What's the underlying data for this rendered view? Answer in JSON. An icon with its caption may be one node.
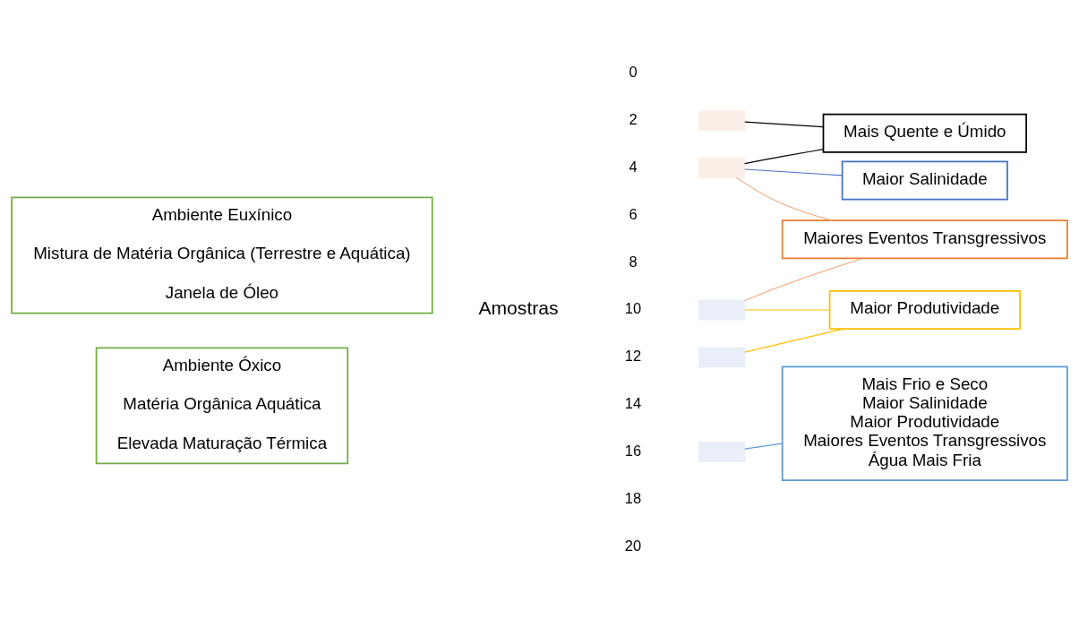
{
  "diagram": {
    "nodes": [
      {
        "text": [
          "Ambiente Euxínico",
          "Mistura de Matéria Orgânica (Terrestre e Aquática)",
          "Janela de Óleo"
        ]
      },
      {
        "text": [
          "Ambiente Óxico",
          "Matéria Orgânica Aquática",
          "Elevada Maturação Térmica"
        ]
      },
      {
        "text": [],
        "shape": "bar"
      },
      {
        "text": [],
        "shape": "bar"
      },
      {
        "text": [],
        "shape": "bar"
      },
      {
        "text": [],
        "shape": "bar"
      },
      {
        "text": [],
        "shape": "bar"
      },
      {
        "text": [
          "Mais Quente e Úmido"
        ]
      },
      {
        "text": [
          "Maior Salinidade"
        ]
      },
      {
        "text": [
          "Maiores Eventos Transgressivos"
        ]
      },
      {
        "text": [
          "Maior Produtividade"
        ]
      },
      {
        "text": [
          "Mais Frio e Seco",
          "Maior Salinidade",
          "Maior Produtividade",
          "Maiores Eventos Transgressivos",
          "Água Mais Fria"
        ]
      }
    ],
    "edges": [
      {
        "from": 2,
        "to": 7,
        "arrow": "none"
      },
      {
        "from": 3,
        "to": 7,
        "arrow": "none"
      },
      {
        "from": 3,
        "to": 8,
        "arrow": "none",
        "color": "#4472c4"
      },
      {
        "from": 3,
        "to": 9,
        "arrow": "none",
        "color": "#f4a57a"
      },
      {
        "from": 4,
        "to": 9,
        "arrow": "none",
        "color": "#f4a57a"
      },
      {
        "from": 4,
        "to": 10,
        "arrow": "none",
        "color": "#ffc000"
      },
      {
        "from": 5,
        "to": 10,
        "arrow": "none",
        "color": "#ffc000"
      },
      {
        "from": 6,
        "to": 11,
        "arrow": "none",
        "color": "#5b9bd5"
      }
    ],
    "labels": [
      "Amostras",
      "0",
      "2",
      "4",
      "6",
      "8",
      "10",
      "12",
      "14",
      "16",
      "18",
      "20"
    ]
  }
}
